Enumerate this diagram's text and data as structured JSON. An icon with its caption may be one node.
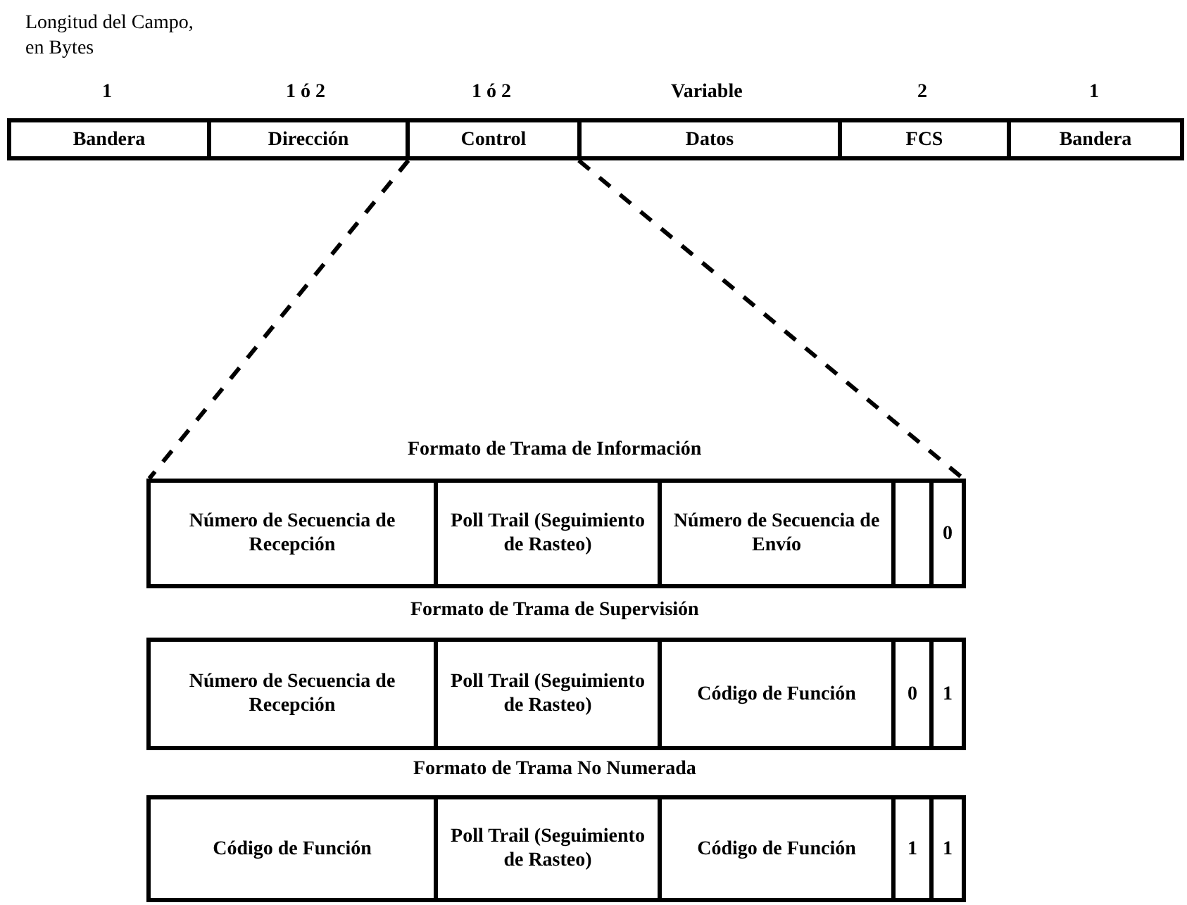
{
  "diagram": {
    "nodes": [
      {
        "text": [
          "Bandera"
        ]
      },
      {
        "text": [
          "Dirección"
        ]
      },
      {
        "text": [
          "Control"
        ]
      },
      {
        "text": [
          "Datos"
        ]
      },
      {
        "text": [
          "FCS"
        ]
      },
      {
        "text": [
          "Bandera"
        ]
      },
      {
        "text": [
          "Número de Secuencia de Recepción"
        ]
      },
      {
        "text": [
          "Poll Trail (Seguimiento de Rasteo)"
        ]
      },
      {
        "text": [
          "Número de Secuencia de Envío"
        ]
      },
      {
        "text": [],
        "shape": "box"
      },
      {
        "text": [
          "0"
        ]
      },
      {
        "text": [
          "Número de Secuencia de Recepción"
        ]
      },
      {
        "text": [
          "Poll Trail (Seguimiento de Rasteo)"
        ]
      },
      {
        "text": [
          "Código de Función"
        ]
      },
      {
        "text": [
          "0"
        ]
      },
      {
        "text": [
          "1"
        ]
      },
      {
        "text": [
          "Código de Función"
        ]
      },
      {
        "text": [
          "Poll Trail (Seguimiento de Rasteo)"
        ]
      },
      {
        "text": [
          "Código de Función"
        ]
      },
      {
        "text": [
          "1"
        ]
      },
      {
        "text": [
          "1"
        ]
      }
    ],
    "edges": [
      {
        "from": 2,
        "to": 6,
        "arrow": "none",
        "style": "dashed"
      },
      {
        "from": 2,
        "to": 10,
        "arrow": "none",
        "style": "dashed"
      }
    ],
    "labels": [
      "Longitud del Campo, en Bytes",
      "1",
      "1 ó 2",
      "1 ó 2",
      "Variable",
      "2",
      "1",
      "Formato de Trama de Información",
      "Formato de Trama de Supervisión",
      "Formato de Trama No Numerada"
    ]
  }
}
